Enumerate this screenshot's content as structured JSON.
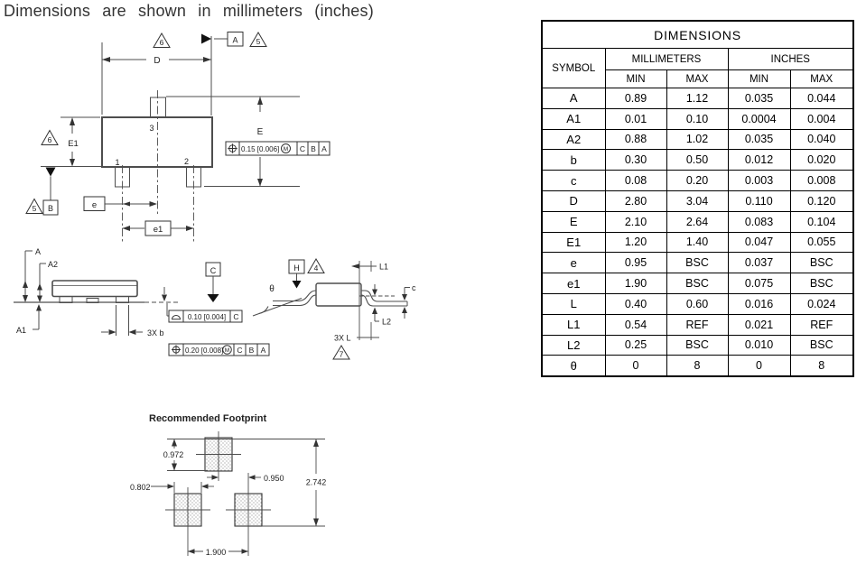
{
  "title": "Dimensions are shown in millimeters (inches)",
  "drawing": {
    "d": "D",
    "e": "E",
    "e1_dim": "E1",
    "pitch": "e",
    "pitch2": "e1",
    "pin1": "1",
    "pin2": "2",
    "pin3": "3",
    "a": "A",
    "a1": "A1",
    "a2": "A2",
    "b3x": "3X b",
    "l1": "L1",
    "l2": "L2",
    "l3x": "3X L",
    "c": "c",
    "theta": "θ",
    "datum_a": "A",
    "datum_b": "B",
    "datum_c": "C",
    "datum_h": "H",
    "note4": "4",
    "note5": "5",
    "note6": "6",
    "note7": "7",
    "fcf_e_tol": "0.15 [0.006]",
    "fcf_flat_tol": "0.10 [0.004]",
    "fcf_pos_tol": "0.20 [0.008]",
    "mod_m": "M",
    "ref_c": "C",
    "ref_b": "B",
    "ref_a": "A"
  },
  "footprint": {
    "title": "Recommended Footprint",
    "pad_height": "0.972",
    "pitch_x": "0.950",
    "pad_width": "0.802",
    "overall_height": "2.742",
    "span": "1.900"
  },
  "table": {
    "title": "DIMENSIONS",
    "col_symbol": "SYMBOL",
    "group_mm": "MILLIMETERS",
    "group_in": "INCHES",
    "min": "MIN",
    "max": "MAX",
    "rows": [
      {
        "sym": "A",
        "mm_min": "0.89",
        "mm_max": "1.12",
        "in_min": "0.035",
        "in_max": "0.044",
        "merged": false
      },
      {
        "sym": "A1",
        "mm_min": "0.01",
        "mm_max": "0.10",
        "in_min": "0.0004",
        "in_max": "0.004",
        "merged": false
      },
      {
        "sym": "A2",
        "mm_min": "0.88",
        "mm_max": "1.02",
        "in_min": "0.035",
        "in_max": "0.040",
        "merged": false
      },
      {
        "sym": "b",
        "mm_min": "0.30",
        "mm_max": "0.50",
        "in_min": "0.012",
        "in_max": "0.020",
        "merged": false
      },
      {
        "sym": "c",
        "mm_min": "0.08",
        "mm_max": "0.20",
        "in_min": "0.003",
        "in_max": "0.008",
        "merged": false
      },
      {
        "sym": "D",
        "mm_min": "2.80",
        "mm_max": "3.04",
        "in_min": "0.110",
        "in_max": "0.120",
        "merged": false
      },
      {
        "sym": "E",
        "mm_min": "2.10",
        "mm_max": "2.64",
        "in_min": "0.083",
        "in_max": "0.104",
        "merged": false
      },
      {
        "sym": "E1",
        "mm_min": "1.20",
        "mm_max": "1.40",
        "in_min": "0.047",
        "in_max": "0.055",
        "merged": false
      },
      {
        "sym": "e",
        "mm_min": "0.95",
        "mm_max": "BSC",
        "in_min": "0.037",
        "in_max": "BSC",
        "merged": true
      },
      {
        "sym": "e1",
        "mm_min": "1.90",
        "mm_max": "BSC",
        "in_min": "0.075",
        "in_max": "BSC",
        "merged": true
      },
      {
        "sym": "L",
        "mm_min": "0.40",
        "mm_max": "0.60",
        "in_min": "0.016",
        "in_max": "0.024",
        "merged": false
      },
      {
        "sym": "L1",
        "mm_min": "0.54",
        "mm_max": "REF",
        "in_min": "0.021",
        "in_max": "REF",
        "merged": true
      },
      {
        "sym": "L2",
        "mm_min": "0.25",
        "mm_max": "BSC",
        "in_min": "0.010",
        "in_max": "BSC",
        "merged": true
      },
      {
        "sym": "θ",
        "mm_min": "0",
        "mm_max": "8",
        "in_min": "0",
        "in_max": "8",
        "merged": false
      }
    ]
  }
}
